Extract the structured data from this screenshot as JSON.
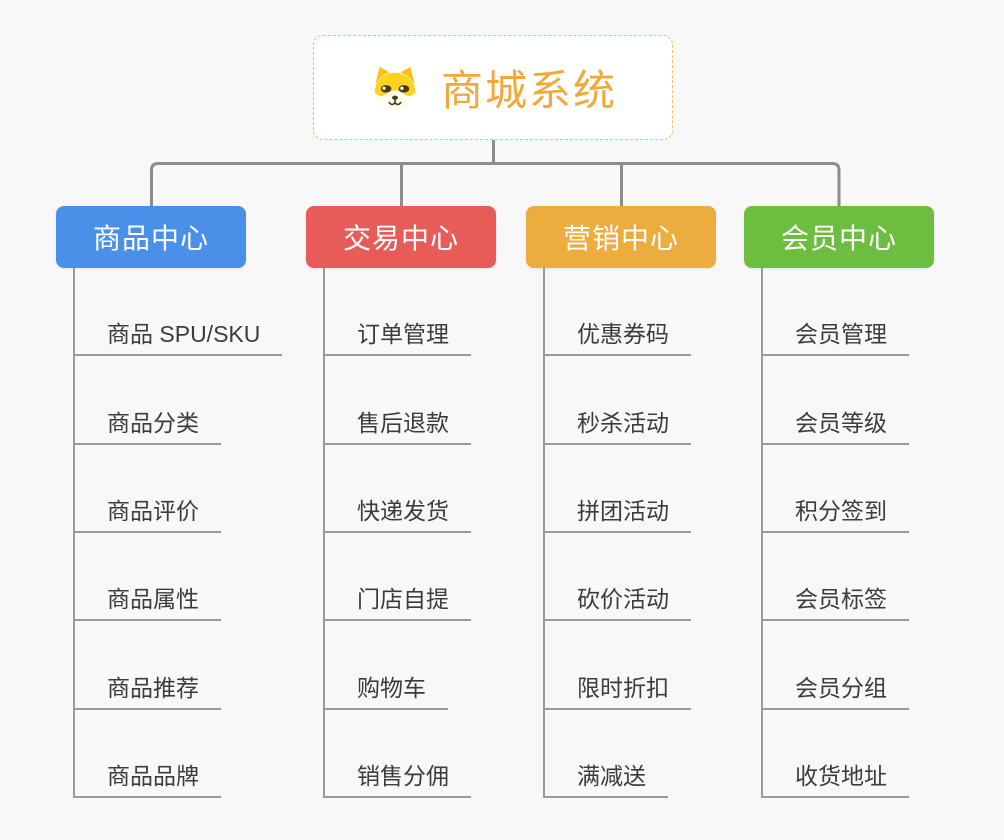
{
  "root": {
    "title": "商城系统",
    "icon": "shiba-dog-icon"
  },
  "branches": [
    {
      "label": "商品中心",
      "color": "#4a90e8",
      "children": [
        "商品 SPU/SKU",
        "商品分类",
        "商品评价",
        "商品属性",
        "商品推荐",
        "商品品牌"
      ]
    },
    {
      "label": "交易中心",
      "color": "#e75c59",
      "children": [
        "订单管理",
        "售后退款",
        "快递发货",
        "门店自提",
        "购物车",
        "销售分佣"
      ]
    },
    {
      "label": "营销中心",
      "color": "#ecac3e",
      "children": [
        "优惠券码",
        "秒杀活动",
        "拼团活动",
        "砍价活动",
        "限时折扣",
        "满减送"
      ]
    },
    {
      "label": "会员中心",
      "color": "#6dbe40",
      "children": [
        "会员管理",
        "会员等级",
        "积分签到",
        "会员标签",
        "会员分组",
        "收货地址"
      ]
    }
  ],
  "colors": {
    "background": "#f8f8f8",
    "root_border": "#edbe5a",
    "root_title": "#f2a93b",
    "connector": "#8d8d8d",
    "spine": "#9a9a9a",
    "child_text": "#3c3c3c",
    "branch_text": "#ffffff"
  }
}
